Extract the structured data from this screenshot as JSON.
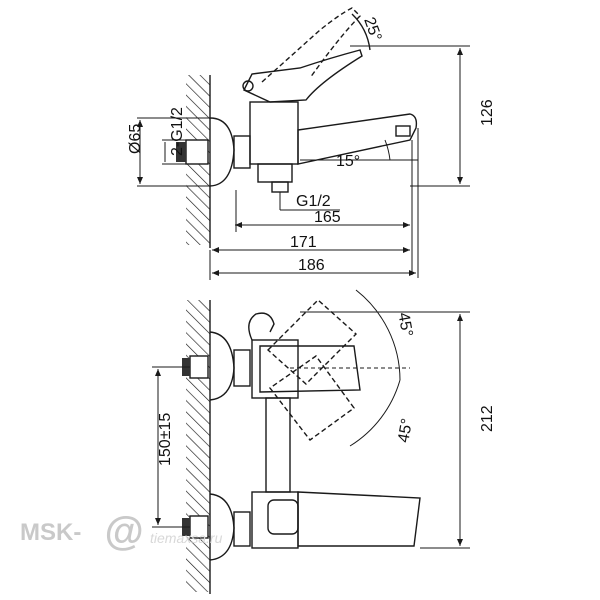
{
  "top_view": {
    "angle_handle": "25°",
    "angle_spout": "15°",
    "dim_height": "126",
    "dim_flange": "Ø65",
    "dim_thread": "2-G1/2",
    "dim_outlet": "G1/2",
    "dim_165": "165",
    "dim_171": "171",
    "dim_186": "186"
  },
  "bottom_view": {
    "angle_up": "45°",
    "angle_down": "45°",
    "dim_height": "212",
    "dim_spacing": "150±15"
  },
  "watermark": {
    "brand": "MSK-",
    "at": "@",
    "domain": "tiemaxsa.ru"
  },
  "colors": {
    "line": "#1a1a1a",
    "watermark": "#c9c9c9"
  }
}
